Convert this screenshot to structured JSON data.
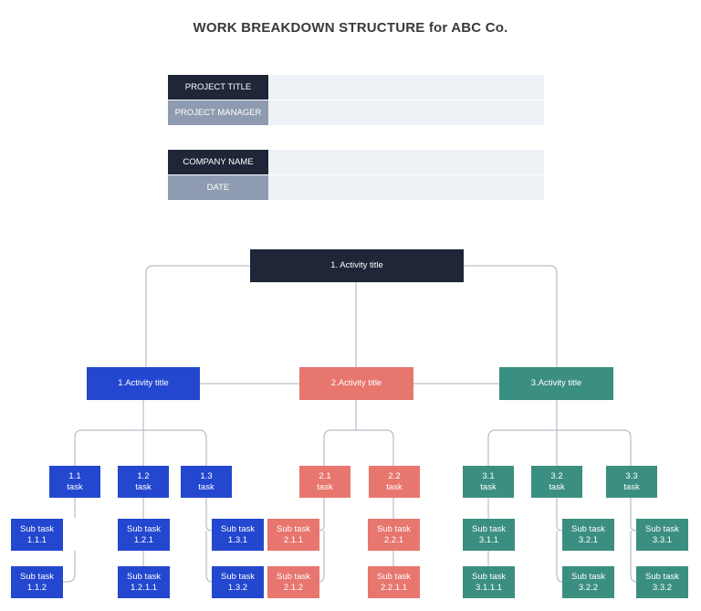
{
  "title": "WORK BREAKDOWN STRUCTURE for ABC Co.",
  "info": {
    "project_title_label": "PROJECT TITLE",
    "project_title_value": "",
    "project_manager_label": "PROJECT MANAGER",
    "project_manager_value": "",
    "company_name_label": "COMPANY NAME",
    "company_name_value": "",
    "date_label": "DATE",
    "date_value": ""
  },
  "colors": {
    "root": "#1f2638",
    "branch1": "#2447cf",
    "branch2": "#e7766f",
    "branch3": "#3b8f80",
    "grey_label": "#8f9bb0",
    "value_fill": "#eef2f7"
  },
  "tree": {
    "root": "1. Activity title",
    "activities": [
      "1.Activity title",
      "2.Activity title",
      "3.Activity title"
    ],
    "tasks": {
      "t1_1": [
        "1.1",
        "task"
      ],
      "t1_2": [
        "1.2",
        "task"
      ],
      "t1_3": [
        "1.3",
        "task"
      ],
      "t2_1": [
        "2.1",
        "task"
      ],
      "t2_2": [
        "2.2",
        "task"
      ],
      "t3_1": [
        "3.1",
        "task"
      ],
      "t3_2": [
        "3.2",
        "task"
      ],
      "t3_3": [
        "3.3",
        "task"
      ]
    },
    "subtasks": {
      "s1_1_1": [
        "Sub task",
        "1.1.1"
      ],
      "s1_1_2": [
        "Sub task",
        "1.1.2"
      ],
      "s1_2_1": [
        "Sub task",
        "1.2.1"
      ],
      "s1_2_1_1": [
        "Sub task",
        "1.2.1.1"
      ],
      "s1_3_1": [
        "Sub task",
        "1.3.1"
      ],
      "s1_3_2": [
        "Sub task",
        "1.3.2"
      ],
      "s2_1_1": [
        "Sub task",
        "2.1.1"
      ],
      "s2_1_2": [
        "Sub task",
        "2.1.2"
      ],
      "s2_2_1": [
        "Sub task",
        "2.2.1"
      ],
      "s2_2_1_1": [
        "Sub task",
        "2.2.1.1"
      ],
      "s3_1_1": [
        "Sub task",
        "3.1.1"
      ],
      "s3_1_1_1": [
        "Sub task",
        "3.1.1.1"
      ],
      "s3_2_1": [
        "Sub task",
        "3.2.1"
      ],
      "s3_2_2": [
        "Sub task",
        "3.2.2"
      ],
      "s3_3_1": [
        "Sub task",
        "3.3.1"
      ],
      "s3_3_2": [
        "Sub task",
        "3.3.2"
      ]
    }
  }
}
